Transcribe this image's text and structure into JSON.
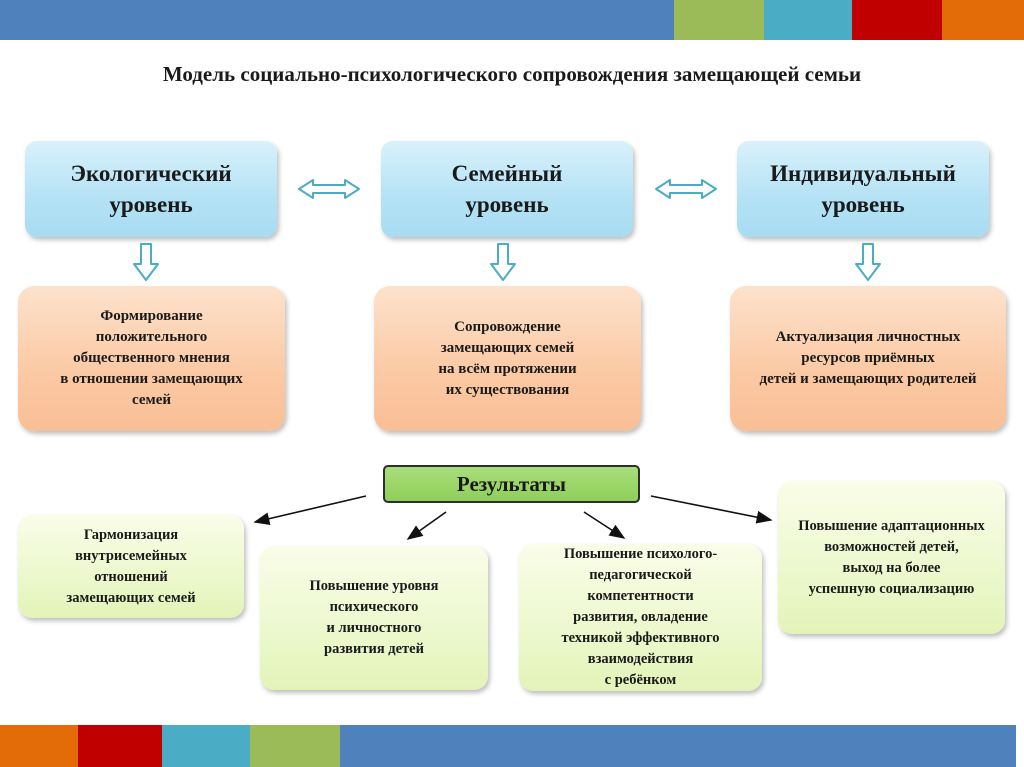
{
  "title": "Модель социально-психологического сопровождения замещающей семьи",
  "levels": [
    {
      "label": "Экологический\nуровень"
    },
    {
      "label": "Семейный\nуровень"
    },
    {
      "label": "Индивидуальный\nуровень"
    }
  ],
  "descriptions": [
    {
      "text": "Формирование\nположительного\nобщественного мнения\nв отношении замещающих\nсемей"
    },
    {
      "text": "Сопровождение\nзамещающих семей\nна всём протяжении\nих существования"
    },
    {
      "text": "Актуализация личностных\nресурсов приёмных\nдетей и замещающих родителей"
    }
  ],
  "results_label": "Результаты",
  "results": [
    {
      "text": "Гармонизация\nвнутрисемейных\nотношений\nзамещающих семей"
    },
    {
      "text": "Повышение уровня\nпсихического\nи личностного\nразвития детей"
    },
    {
      "text": "Повышение психолого-\nпедагогической\nкомпетентности\nразвития, овладение\nтехникой эффективного\nвзаимодействия\nс ребёнком"
    },
    {
      "text": "Повышение адаптационных\nвозможностей детей,\nвыход на более\nуспешную социализацию"
    }
  ],
  "colors": {
    "top_bar": [
      "#4f81bd",
      "#9bbb59",
      "#4bacc6",
      "#c00000",
      "#e36c09"
    ],
    "bottom_bar": [
      "#e36c09",
      "#c00000",
      "#4bacc6",
      "#9bbb59",
      "#4f81bd"
    ],
    "level_fill": "#b4e2f5",
    "desc_fill": "#fbc9a4",
    "results_fill": "#8fcf5a",
    "result_box_fill": "#eaf7c8",
    "arrow_outline": "#4bacc6"
  }
}
